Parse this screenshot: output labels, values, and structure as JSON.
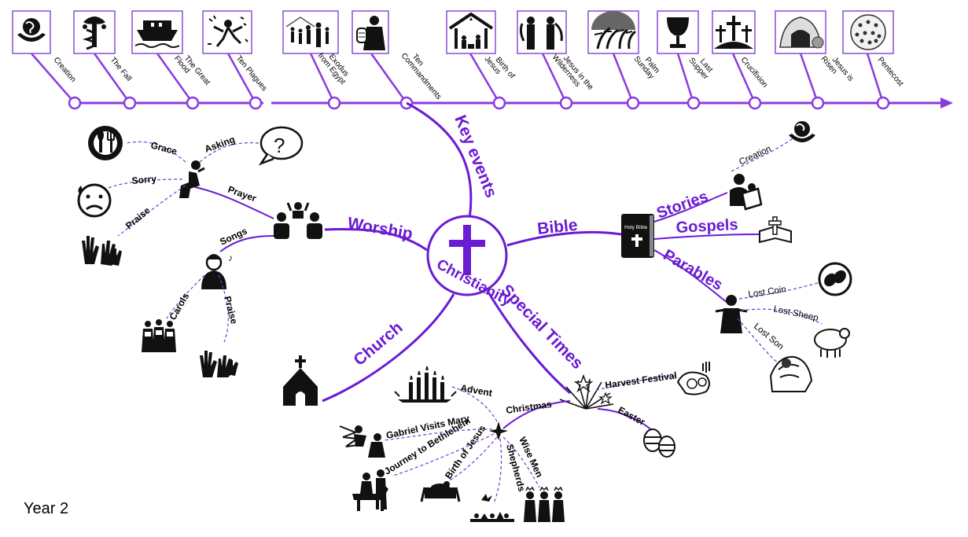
{
  "center": {
    "label": "Christianity"
  },
  "year": "Year 2",
  "timeline": [
    {
      "label": "Creation",
      "icon": "globe-in-hands-icon"
    },
    {
      "label": "The Fall",
      "icon": "tree-serpent-icon"
    },
    {
      "label": "The Great Flood",
      "icon": "ark-icon"
    },
    {
      "label": "Ten Plagues",
      "icon": "plagues-icon"
    },
    {
      "label": "Exodus from Egypt",
      "icon": "exodus-icon"
    },
    {
      "label": "Ten Commandments",
      "icon": "moses-tablets-icon"
    },
    {
      "label": "Birth of Jesus",
      "icon": "nativity-icon"
    },
    {
      "label": "Jesus in the Wilderness",
      "icon": "wilderness-icon"
    },
    {
      "label": "Palm Sunday",
      "icon": "palms-icon"
    },
    {
      "label": "Last Supper",
      "icon": "chalice-icon"
    },
    {
      "label": "Crucifixion",
      "icon": "three-crosses-icon"
    },
    {
      "label": "Jesus is Risen",
      "icon": "empty-tomb-icon"
    },
    {
      "label": "Pentecost",
      "icon": "pentecost-icon"
    }
  ],
  "branches": {
    "key_events": "Key events",
    "bible": "Bible",
    "worship": "Worship",
    "church": "Church",
    "special_times": "Special Times"
  },
  "bible": {
    "stories": "Stories",
    "gospels": "Gospels",
    "parables": "Parables",
    "bible_cover": "Holy Bible",
    "creation": "Creation",
    "lost_coin": "Lost Coin",
    "lost_sheep": "Lost Sheep",
    "lost_son": "Lost Son"
  },
  "worship": {
    "prayer": "Prayer",
    "grace": "Grace",
    "asking": "Asking",
    "sorry": "Sorry",
    "praise": "Praise",
    "songs": "Songs",
    "carols": "Carols",
    "praise2": "Praise"
  },
  "special": {
    "christmas": "Christmas",
    "harvest": "Harvest Festival",
    "easter": "Easter",
    "advent": "Advent",
    "gabriel": "Gabriel Visits Mary",
    "journey": "Journey to Bethlehem",
    "birth": "Birth of Jesus",
    "shepherds": "Shepherds",
    "wise_men": "Wise Men"
  },
  "colors": {
    "accent": "#6a1bd4",
    "timeline": "#8a3be0",
    "ink": "#000000"
  }
}
